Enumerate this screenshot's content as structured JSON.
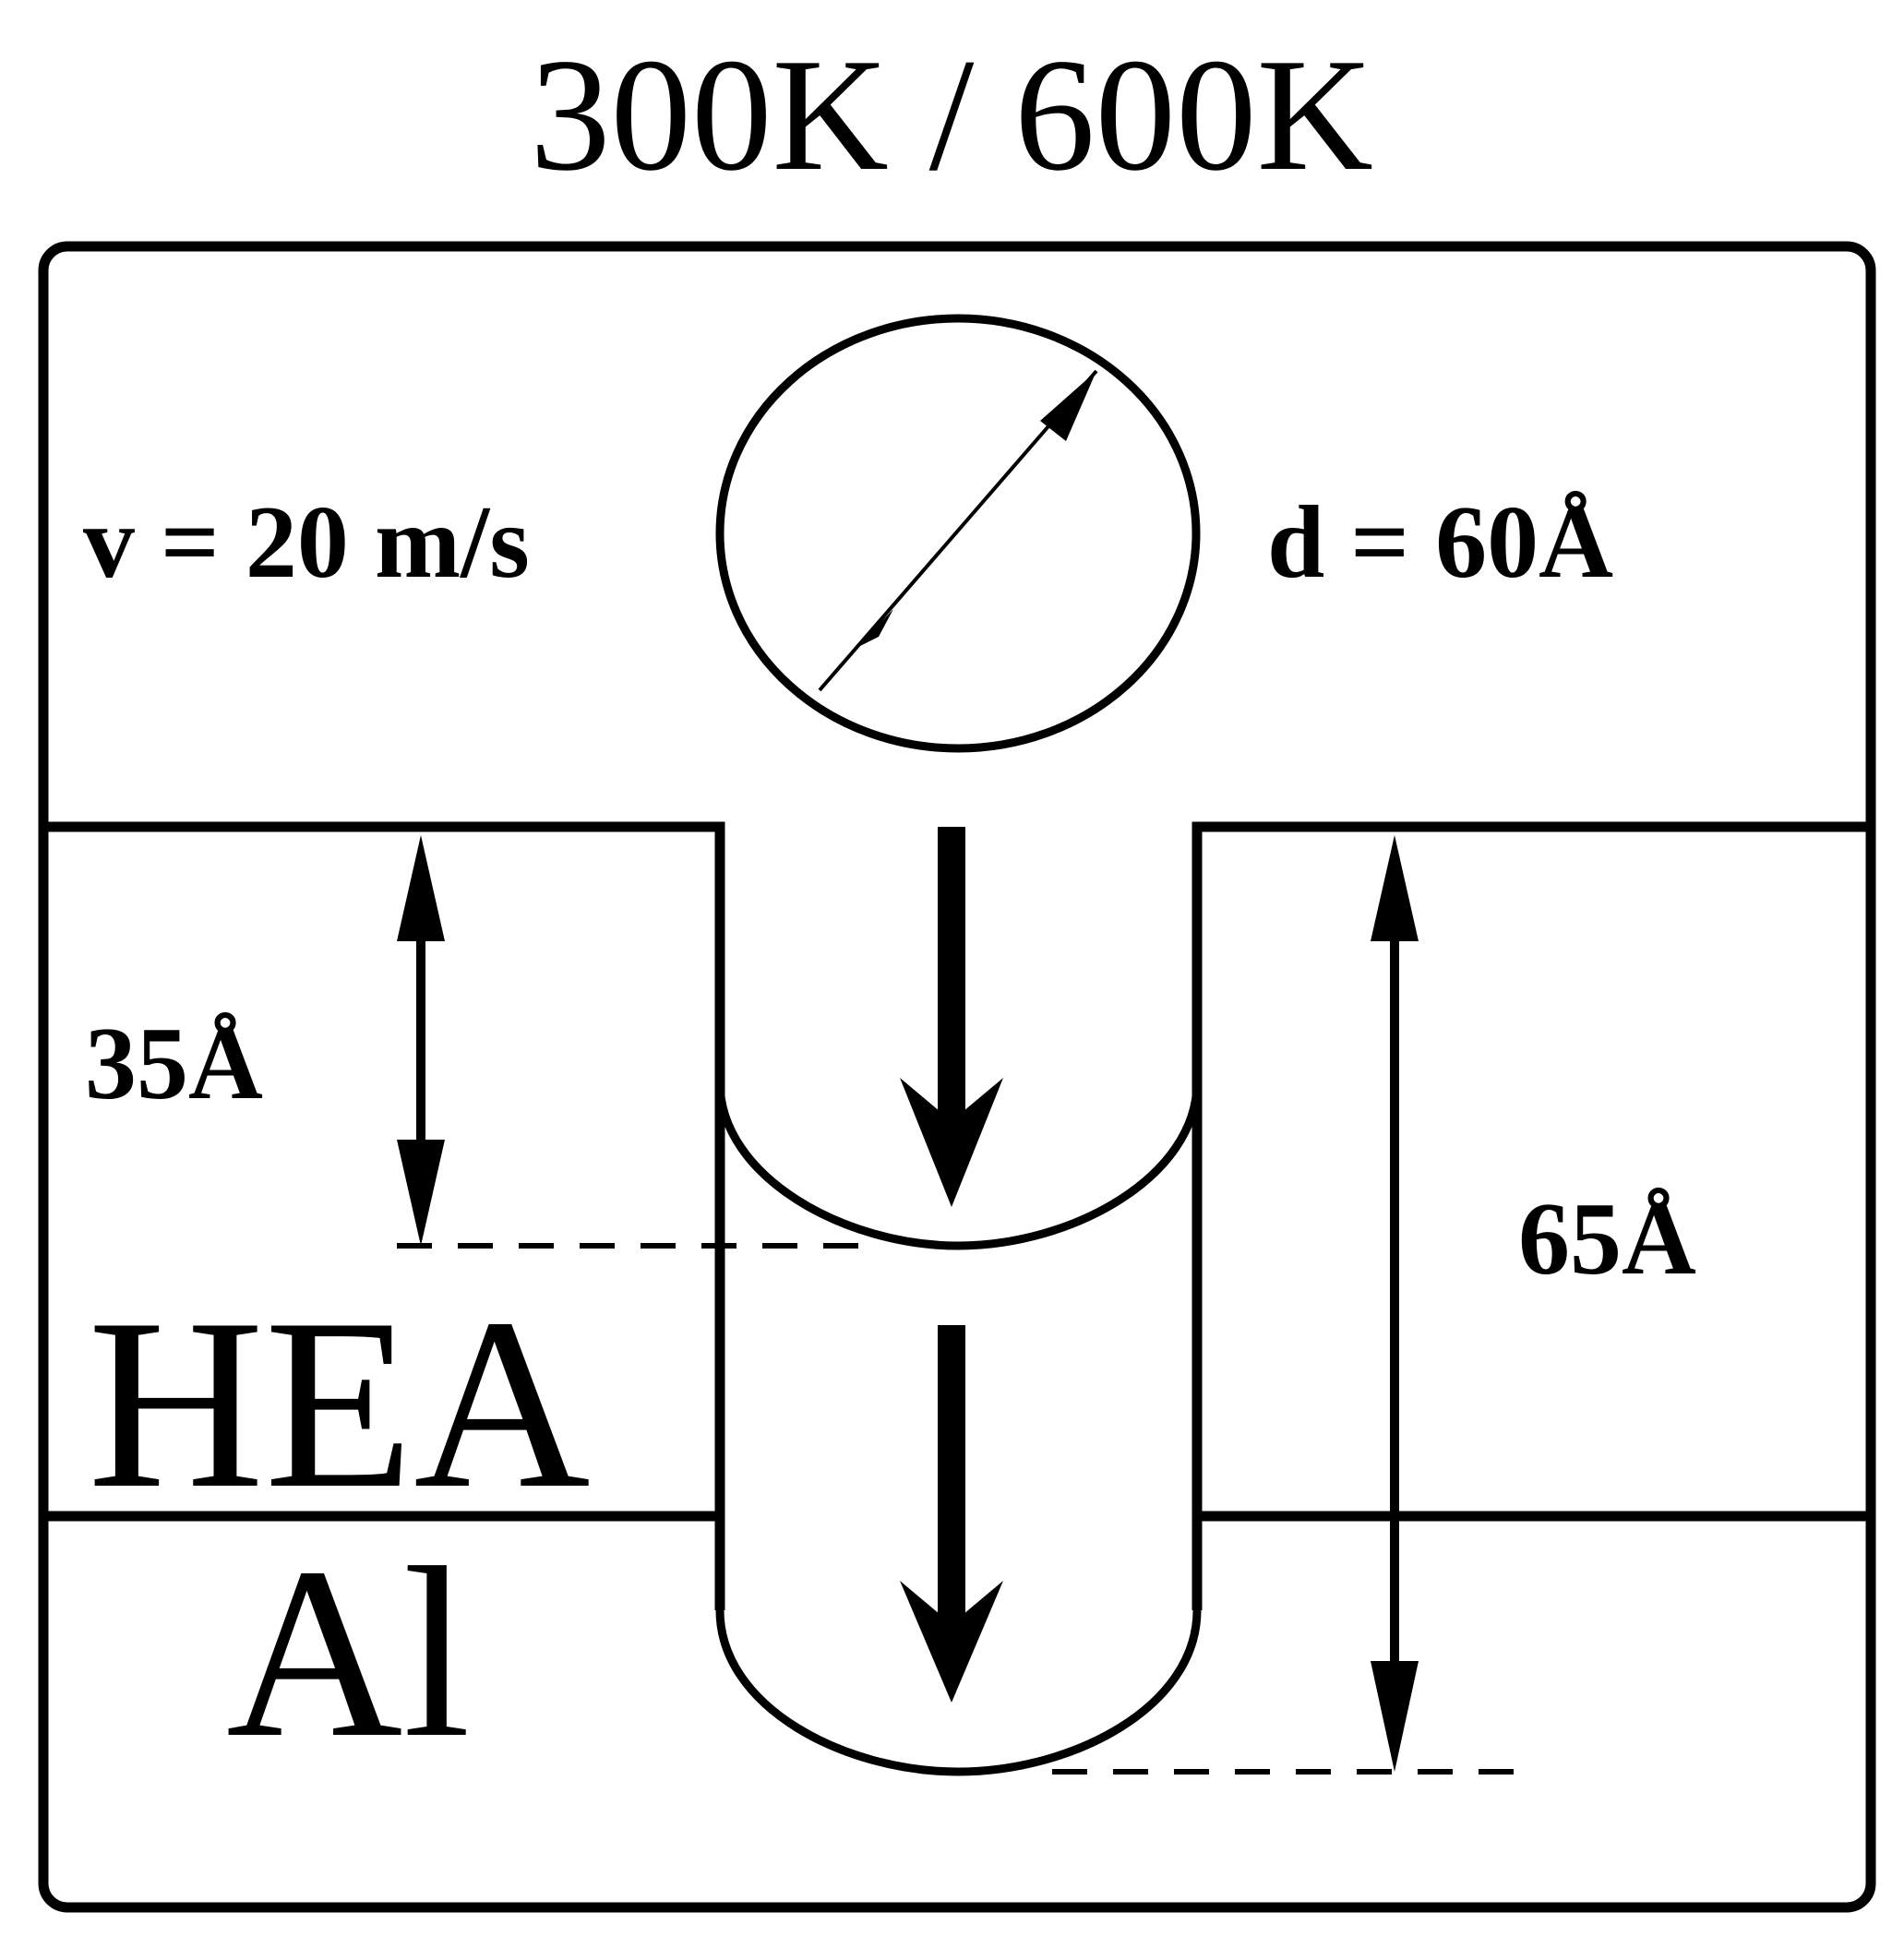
{
  "header": {
    "title": "300K / 600K"
  },
  "projectile": {
    "velocity_label": "v = 20 m/s",
    "diameter_label": "d = 60Å"
  },
  "dimensions": {
    "hea_depth_label": "35Å",
    "total_depth_label": "65Å"
  },
  "layers": {
    "upper_label": "HEA",
    "lower_label": "Al"
  },
  "colors": {
    "stroke": "#000000",
    "background": "#ffffff"
  }
}
